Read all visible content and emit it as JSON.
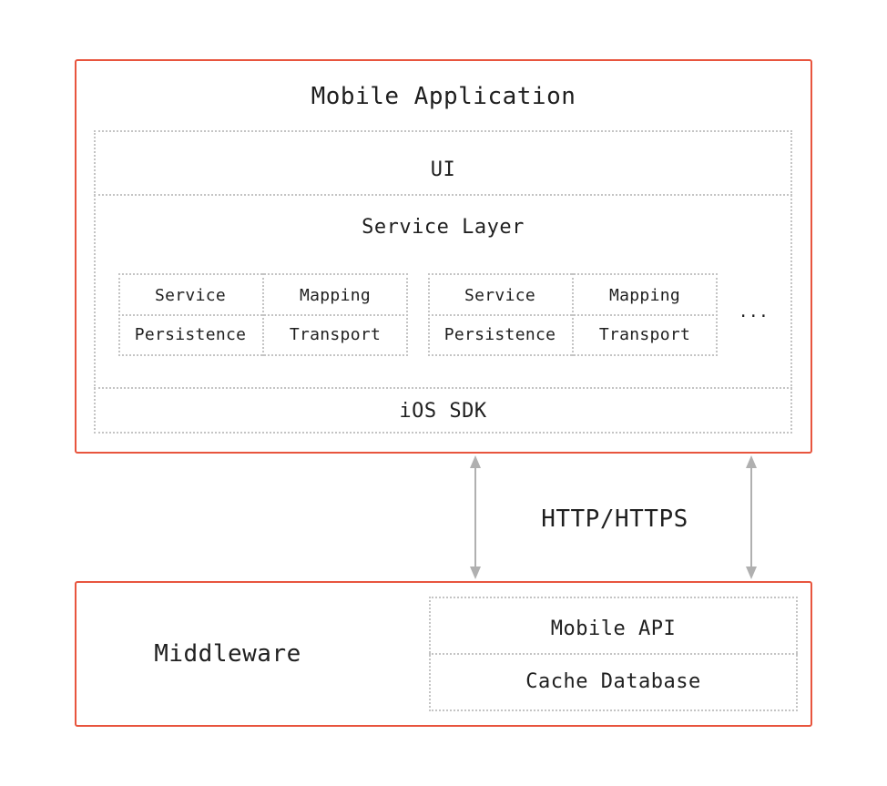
{
  "mobile_app": {
    "title": "Mobile Application",
    "ui": "UI",
    "service_layer": "Service Layer",
    "modules": [
      {
        "service": "Service",
        "mapping": "Mapping",
        "persistence": "Persistence",
        "transport": "Transport"
      },
      {
        "service": "Service",
        "mapping": "Mapping",
        "persistence": "Persistence",
        "transport": "Transport"
      }
    ],
    "ellipsis": "...",
    "sdk": "iOS SDK"
  },
  "connection": {
    "label": "HTTP/HTTPS"
  },
  "middleware": {
    "title": "Middleware",
    "api": "Mobile API",
    "cache": "Cache Database"
  },
  "colors": {
    "accent": "#e8553e",
    "dotted": "#c4c4c4",
    "arrow": "#b0b0b0",
    "text": "#1f1f1f"
  }
}
